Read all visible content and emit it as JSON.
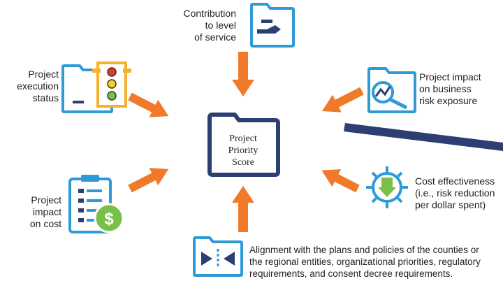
{
  "center": {
    "line1": "Project",
    "line2": "Priority",
    "line3": "Score"
  },
  "top": {
    "line1": "Contribution",
    "line2": "to level",
    "line3": "of service"
  },
  "left_top": {
    "line1": "Project",
    "line2": "execution",
    "line3": "status"
  },
  "right_top": {
    "line1": "Project impact",
    "line2": "on business",
    "line3": "risk exposure"
  },
  "left_bottom": {
    "line1": "Project",
    "line2": "impact",
    "line3": "on cost"
  },
  "right_bottom": {
    "line1": "Cost effectiveness",
    "line2": "(i.e., risk reduction",
    "line3": "per dollar spent)"
  },
  "bottom": {
    "line1": "Alignment with the plans and policies of the counties or",
    "line2": "the regional entities, organizational priorities, regulatory",
    "line3": "requirements, and consent decree requirements."
  },
  "dollar_symbol": "$",
  "colors": {
    "arrow": "#f07a2a",
    "icon_blue": "#2e9bd6",
    "navy": "#2d3e73",
    "traffic_light": "#f5b02e",
    "green": "#78c04a"
  }
}
